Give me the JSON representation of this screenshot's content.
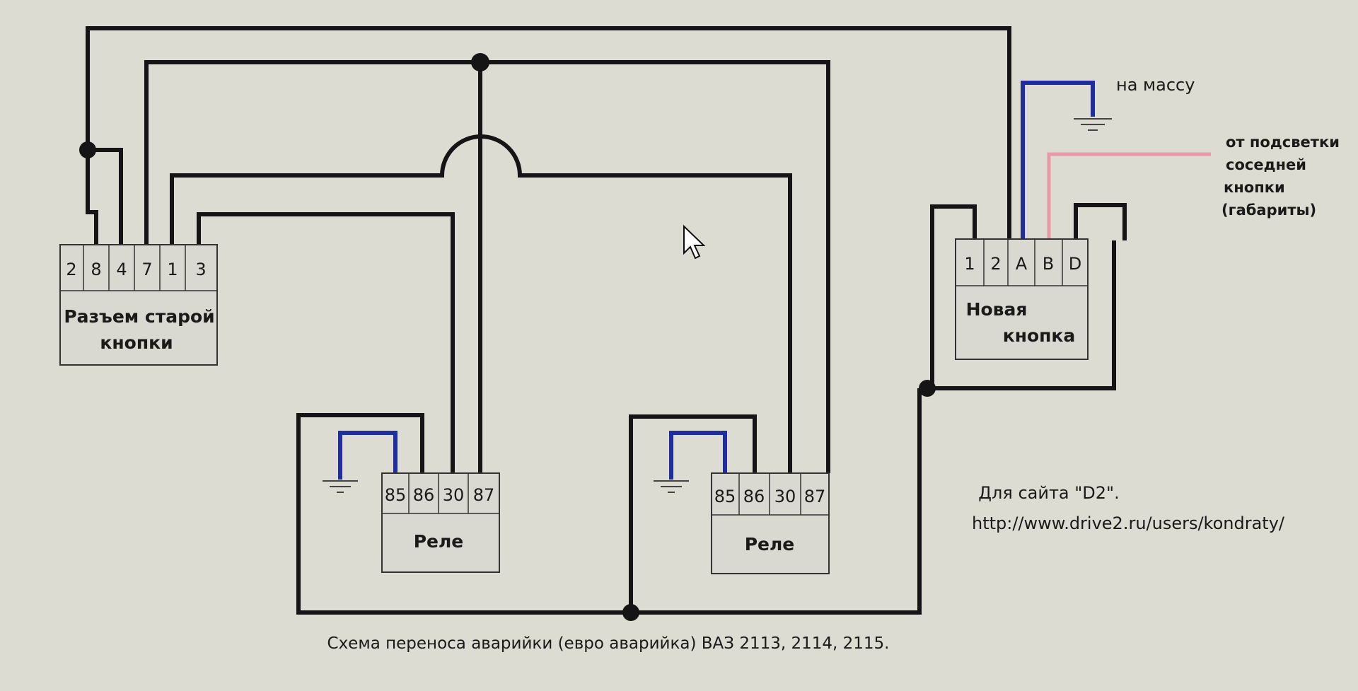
{
  "old_connector": {
    "pins": [
      "2",
      "8",
      "4",
      "7",
      "1",
      "3"
    ],
    "label_line1": "Разъем старой",
    "label_line2": "кнопки"
  },
  "new_button": {
    "pins": [
      "1",
      "2",
      "A",
      "B",
      "D"
    ],
    "label_line1": "Новая",
    "label_line2": "кнопка"
  },
  "relay_left": {
    "pins": [
      "85",
      "86",
      "30",
      "87"
    ],
    "label": "Реле"
  },
  "relay_right": {
    "pins": [
      "85",
      "86",
      "30",
      "87"
    ],
    "label": "Реле"
  },
  "notes": {
    "ground": "на массу",
    "backlight_line1": "от подсветки",
    "backlight_line2": "соседней",
    "backlight_line3": "кнопки",
    "backlight_line4": "(габариты)"
  },
  "credits": {
    "site_line": "Для сайта \"D2\".",
    "url": "http://www.drive2.ru/users/kondraty/"
  },
  "caption": "Схема переноса аварийки (евро аварийка) ВАЗ 2113, 2114, 2115.",
  "colors": {
    "wire": "#151515",
    "ground_wire": "#1f2e9c",
    "backlight_wire": "#e89aa6",
    "background": "#dcdcd3"
  },
  "icons": [
    "mouse-cursor-icon",
    "ground-symbol-icon"
  ]
}
